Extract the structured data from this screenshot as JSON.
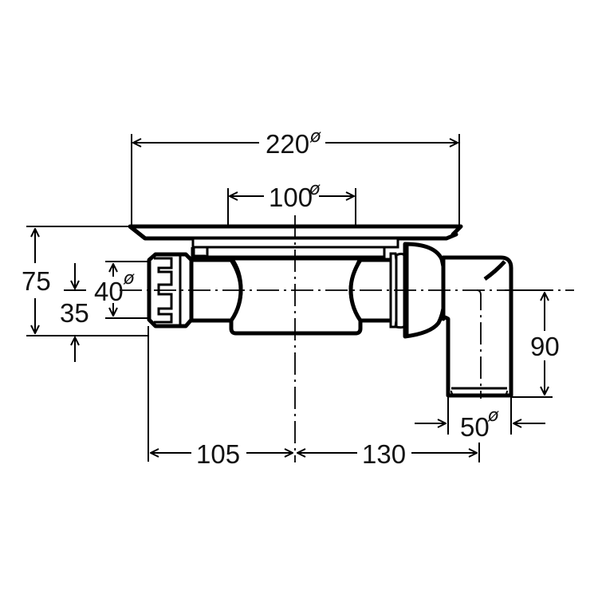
{
  "drawing": {
    "title": "Shower tray drain dimensional drawing",
    "unit": "mm",
    "diameter_symbol": "ø",
    "colors": {
      "line": "#000000",
      "background": "#ffffff"
    },
    "dimensions": {
      "top_flange_diameter": {
        "value": "220",
        "suffix": "ø"
      },
      "inner_grate_diameter": {
        "value": "100",
        "suffix": "ø"
      },
      "overall_height": {
        "value": "75"
      },
      "inlet_diameter": {
        "value": "40",
        "suffix": "ø"
      },
      "inlet_center_height": {
        "value": "35"
      },
      "outlet_drop_height": {
        "value": "90"
      },
      "outlet_diameter": {
        "value": "50",
        "suffix": "ø"
      },
      "inlet_to_center": {
        "value": "105"
      },
      "center_to_outlet": {
        "value": "130"
      }
    }
  }
}
